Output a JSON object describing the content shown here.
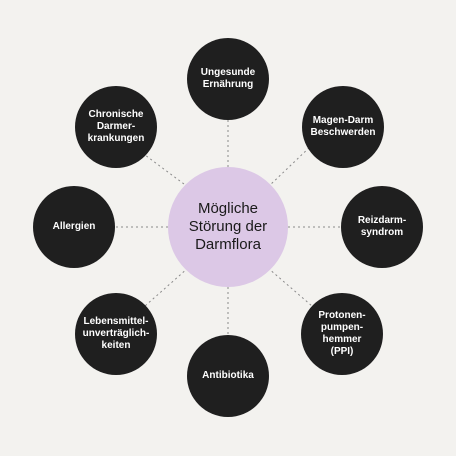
{
  "center": {
    "label": "Mögliche\nStörung der\nDarmflora",
    "color": "#dcc8e6"
  },
  "causes": {
    "ungesunde_ernaehrung": "Ungesunde\nErnährung",
    "magen_darm": "Magen-Darm\nBeschwerden",
    "reizdarm": "Reizdarm-\nsyndrom",
    "ppi": "Protonen-\npumpen-\nhemmer\n(PPI)",
    "antibiotika": "Antibiotika",
    "lebensmittel": "Lebensmittel-\nunverträglich-\nkeiten",
    "allergien": "Allergien",
    "chronische": "Chronische\nDarmer-\nkrankungen"
  },
  "colors": {
    "background": "#f3f2ef",
    "node": "#1f1f1f",
    "connector": "#8a8a8a"
  }
}
